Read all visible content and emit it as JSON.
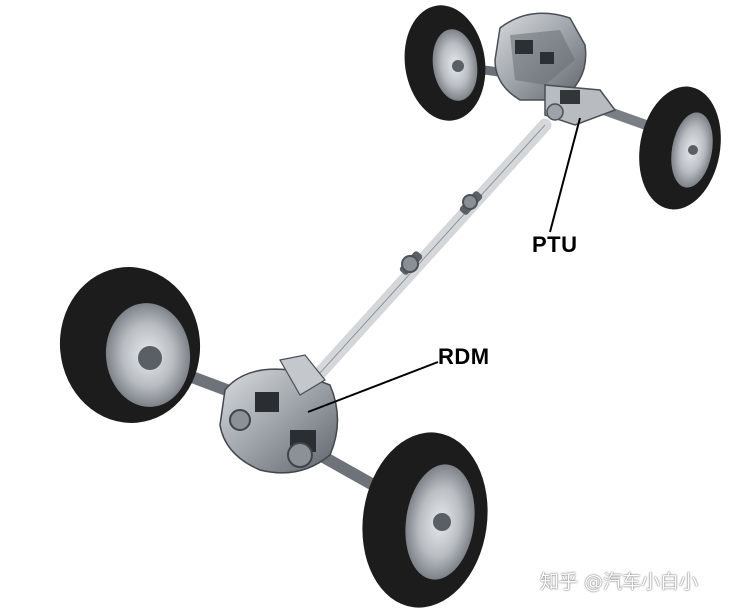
{
  "labels": {
    "ptu": "PTU",
    "rdm": "RDM"
  },
  "watermark": "知乎 @汽车小白小",
  "colors": {
    "background": "#ffffff",
    "tire": "#1c1c1c",
    "rim": "#c9ccd0",
    "metal": "#a7acb2",
    "label": "#000000"
  }
}
